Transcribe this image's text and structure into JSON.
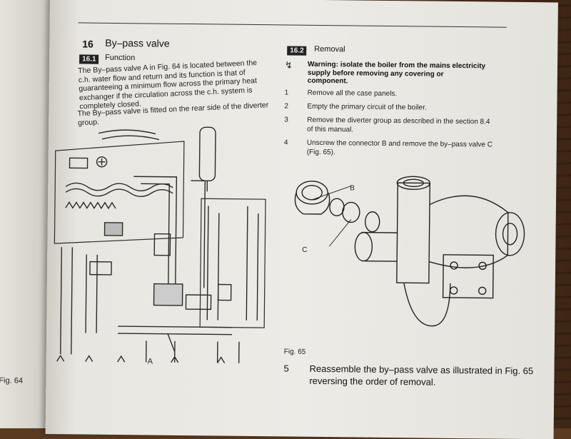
{
  "section": {
    "number": "16",
    "title": "By–pass valve",
    "sub_function_tag": "16.1",
    "sub_function_title": "Function",
    "para1": "The By–pass valve A in Fig. 64 is located between the c.h. water flow and return and its function is that of guaranteeing a minimum flow across the primary heat exchanger if the circulation across the c.h. system is completely closed.",
    "para2": "The By–pass valve is fitted on the rear side of the diverter group.",
    "fig64_label": "Fig. 64",
    "fig64_callout": "A"
  },
  "removal": {
    "tag": "16.2",
    "title": "Removal",
    "warning_icon": "warning-zigzag-icon",
    "warning": "Warning: isolate the boiler from the mains electricity supply before removing any covering or component.",
    "steps": [
      {
        "num": "1",
        "text": "Remove all the case panels."
      },
      {
        "num": "2",
        "text": "Empty the primary circuit of the boiler."
      },
      {
        "num": "3",
        "text": "Remove the diverter group as described in the section 8.4 of this manual."
      },
      {
        "num": "4",
        "text": "Unscrew the connector B and remove the by–pass valve C (Fig. 65)."
      }
    ],
    "fig65_label": "Fig. 65",
    "fig65_callout_b": "B",
    "fig65_callout_c": "C",
    "step5_num": "5",
    "step5_text": "Reassemble the by–pass valve as illustrated in Fig. 65 reversing the order of removal."
  },
  "colors": {
    "paper": "#ecebe6",
    "ink": "#222222",
    "wood": "#5a3b22"
  }
}
